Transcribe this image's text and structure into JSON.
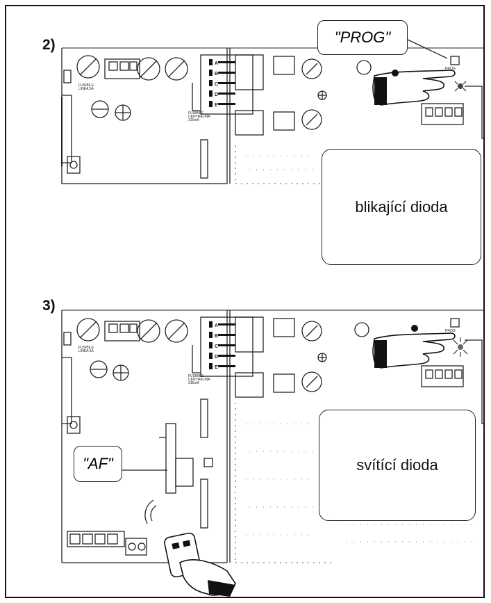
{
  "steps": [
    {
      "number": "2)",
      "button_callout": "\"PROG\"",
      "board_button_label": "PROG",
      "status_panel_text": "blikající dioda",
      "fuse_label_left": "FUSIBILE LINEA 5A",
      "fuse_label_center": "FUSIBILE CENTRALINA 315mA",
      "jumper_letters": [
        "A",
        "B",
        "C",
        "D",
        "E"
      ]
    },
    {
      "number": "3)",
      "button_callout": "\"AF\"",
      "board_button_label": "PROG",
      "status_panel_text": "svítící dioda",
      "fuse_label_left": "FUSIBILE LINEA 5A",
      "fuse_label_center": "FUSIBILE CENTRALINA 315mA",
      "jumper_letters": [
        "A",
        "B",
        "C",
        "D",
        "E"
      ]
    }
  ]
}
